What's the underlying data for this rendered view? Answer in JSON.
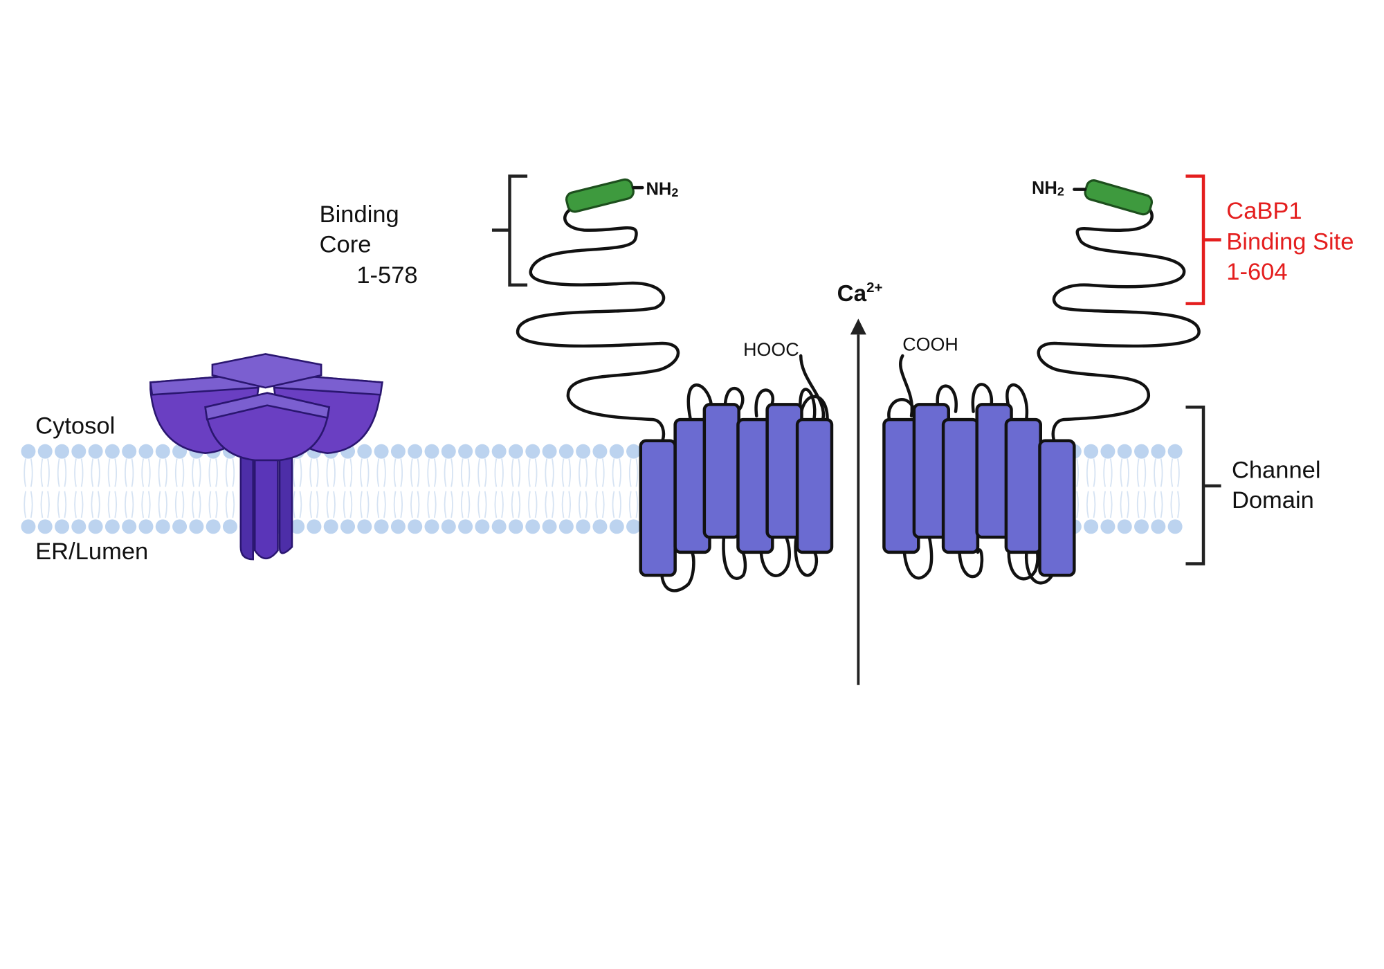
{
  "labels": {
    "cytosol": "Cytosol",
    "er_lumen": "ER/Lumen",
    "binding_core_line1": "Binding",
    "binding_core_line2": "Core",
    "binding_core_range": "1-578",
    "cabp1_line1": "CaBP1",
    "cabp1_line2": "Binding Site",
    "cabp1_range": "1-604",
    "channel_domain_line1": "Channel",
    "channel_domain_line2": "Domain",
    "nh2_left": "NH",
    "nh2_left_sub": "2",
    "nh2_right": "NH",
    "nh2_right_sub": "2",
    "hooc": "HOOC",
    "cooh": "COOH",
    "ca_ion": "Ca",
    "ca_charge": "2+"
  },
  "colors": {
    "membrane_head": "#bcd3ef",
    "membrane_tail": "#d6e3f3",
    "channel_helix": "#6b6bd1",
    "n_terminal_helix": "#3e9a3e",
    "receptor": "#6a3fc2",
    "cabp1_highlight": "#e41e1e",
    "outline": "#111111"
  },
  "icons": {
    "receptor": "tetrameric-receptor-icon",
    "ion_flow": "up-arrow-icon"
  }
}
